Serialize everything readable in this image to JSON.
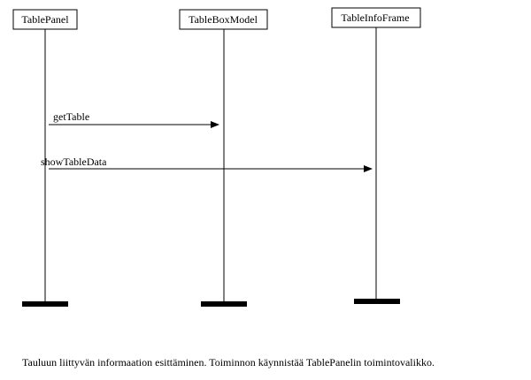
{
  "diagram": {
    "participants": [
      {
        "id": "tablepanel",
        "label": "TablePanel"
      },
      {
        "id": "tableboxmodel",
        "label": "TableBoxModel"
      },
      {
        "id": "tableinfoframe",
        "label": "TableInfoFrame"
      }
    ],
    "messages": [
      {
        "id": "gettable",
        "label": "getTable",
        "from": 0,
        "to": 1
      },
      {
        "id": "showtabledata",
        "label": "showTableData",
        "from": 0,
        "to": 2
      }
    ],
    "caption": "Tauluun liittyvän informaation esittäminen. Toiminnon käynnistää TablePanelin toimintovalikko."
  }
}
